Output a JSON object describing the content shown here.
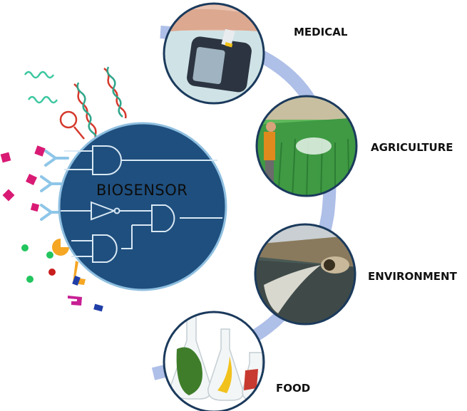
{
  "biosensor": {
    "title": "BIOSENSOR"
  },
  "applications": [
    {
      "label": "MEDICAL",
      "photo": "glucose-meter-finger-prick"
    },
    {
      "label": "AGRICULTURE",
      "photo": "crop-spraying-field"
    },
    {
      "label": "ENVIRONMENT",
      "photo": "wastewater-outflow"
    },
    {
      "label": "FOOD",
      "photo": "flasks-with-lettuce-banana-meat"
    }
  ],
  "colors": {
    "circle_fill": "#1f4f7e",
    "circle_border": "#8fbfe0",
    "logic_lines": "#d8e8f4",
    "ring_band": "#aebfe8",
    "photo_border": "#1b3a5c"
  }
}
